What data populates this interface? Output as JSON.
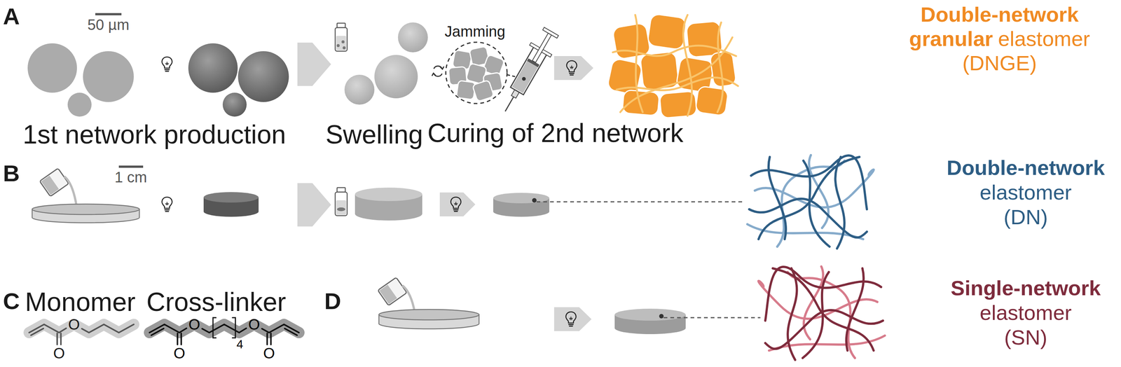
{
  "diagram": {
    "nodes": [
      {
        "text": [
          "1st network production"
        ]
      },
      {
        "text": [
          "Swelling"
        ]
      }
    ],
    "edges": [
      {
        "from": 0,
        "to": 1,
        "arrow": "to"
      },
      {
        "from": 0,
        "to": 1,
        "arrow": "to"
      }
    ],
    "labels": [
      "A",
      "50 µm",
      "Jamming",
      "Curing of 2nd network",
      "Double-network",
      "granular",
      "elastomer",
      "(DNGE)",
      "B",
      "1 cm",
      "Double-network",
      "elastomer",
      "(DN)",
      "C",
      "Monomer",
      "O",
      "O",
      "Cross-linker",
      "O",
      "O",
      "4",
      "O",
      "O",
      "D",
      "Single-network",
      "elastomer",
      "(SN)"
    ]
  }
}
